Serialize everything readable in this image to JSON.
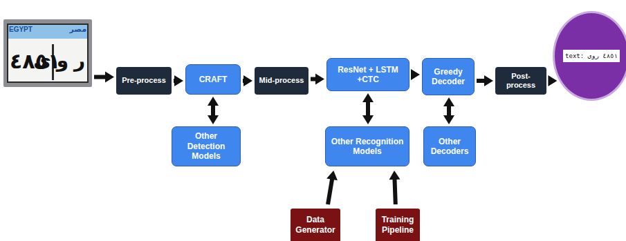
{
  "diagram": {
    "nodes": [
      {
        "text": [
          "EGYPT",
          "مصر",
          "٤٨٥١",
          "ر و ى"
        ]
      },
      {
        "text": [
          "Pre-process"
        ]
      },
      {
        "text": [
          "CRAFT"
        ]
      },
      {
        "text": [
          "Mid-process"
        ]
      },
      {
        "text": [
          "ResNet + LSTM +CTC"
        ]
      },
      {
        "text": [
          "Greedy Decoder"
        ]
      },
      {
        "text": [
          "Post-process"
        ]
      },
      {
        "text": [
          "text: ٤٨٥١ روى"
        ]
      },
      {
        "text": [
          "Other Detection Models"
        ]
      },
      {
        "text": [
          "Other Recognition Models"
        ]
      },
      {
        "text": [
          "Other Decoders"
        ]
      },
      {
        "text": [
          "Data Generator"
        ]
      },
      {
        "text": [
          "Training Pipeline"
        ]
      }
    ],
    "edges": [
      {
        "from": 0,
        "to": 1,
        "arrow": "to"
      },
      {
        "from": 1,
        "to": 2,
        "arrow": "to"
      },
      {
        "from": 2,
        "to": 3,
        "arrow": "to"
      },
      {
        "from": 3,
        "to": 4,
        "arrow": "to"
      },
      {
        "from": 4,
        "to": 5,
        "arrow": "to"
      },
      {
        "from": 5,
        "to": 6,
        "arrow": "to"
      },
      {
        "from": 6,
        "to": 7,
        "arrow": "to"
      },
      {
        "from": 2,
        "to": 8,
        "arrow": "both"
      },
      {
        "from": 4,
        "to": 9,
        "arrow": "both"
      },
      {
        "from": 5,
        "to": 10,
        "arrow": "both"
      },
      {
        "from": 11,
        "to": 9,
        "arrow": "to"
      },
      {
        "from": 12,
        "to": 9,
        "arrow": "to"
      }
    ]
  }
}
